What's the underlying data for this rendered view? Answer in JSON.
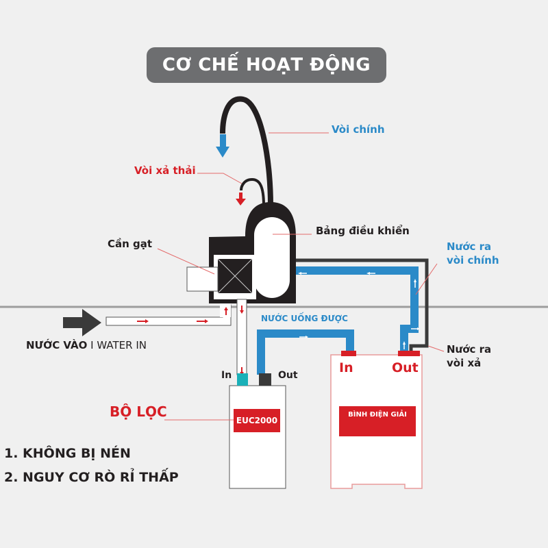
{
  "title": "CƠ CHẾ HOẠT ĐỘNG",
  "labels": {
    "main_faucet": "Vòi chính",
    "waste_faucet": "Vòi xả thải",
    "control_panel": "Bảng điều khiển",
    "lever": "Cần gạt",
    "water_out_main_line1": "Nước ra",
    "water_out_main_line2": "vòi chính",
    "water_out_waste_line1": "Nước ra",
    "water_out_waste_line2": "vòi xả",
    "drinkable_water": "NƯỚC UỐNG ĐƯỢC",
    "water_in_vn": "NƯỚC VÀO",
    "water_in_sep": "I",
    "water_in_en": "WATER IN",
    "filter_in": "In",
    "filter_out": "Out",
    "filter_title": "BỘ LỌC",
    "filter_model": "EUC2000",
    "ionizer_in": "In",
    "ionizer_out": "Out",
    "ionizer_name": "BÌNH ĐIỆN GIẢI"
  },
  "benefits": [
    "1. KHÔNG BỊ NÉN",
    "2. NGUY CƠ RÒ RỈ THẤP"
  ],
  "colors": {
    "blue": "#2b8ac8",
    "red": "#d71f26",
    "dark": "#231f20",
    "teal": "#1ab0b8",
    "badge": "#6d6e70"
  }
}
